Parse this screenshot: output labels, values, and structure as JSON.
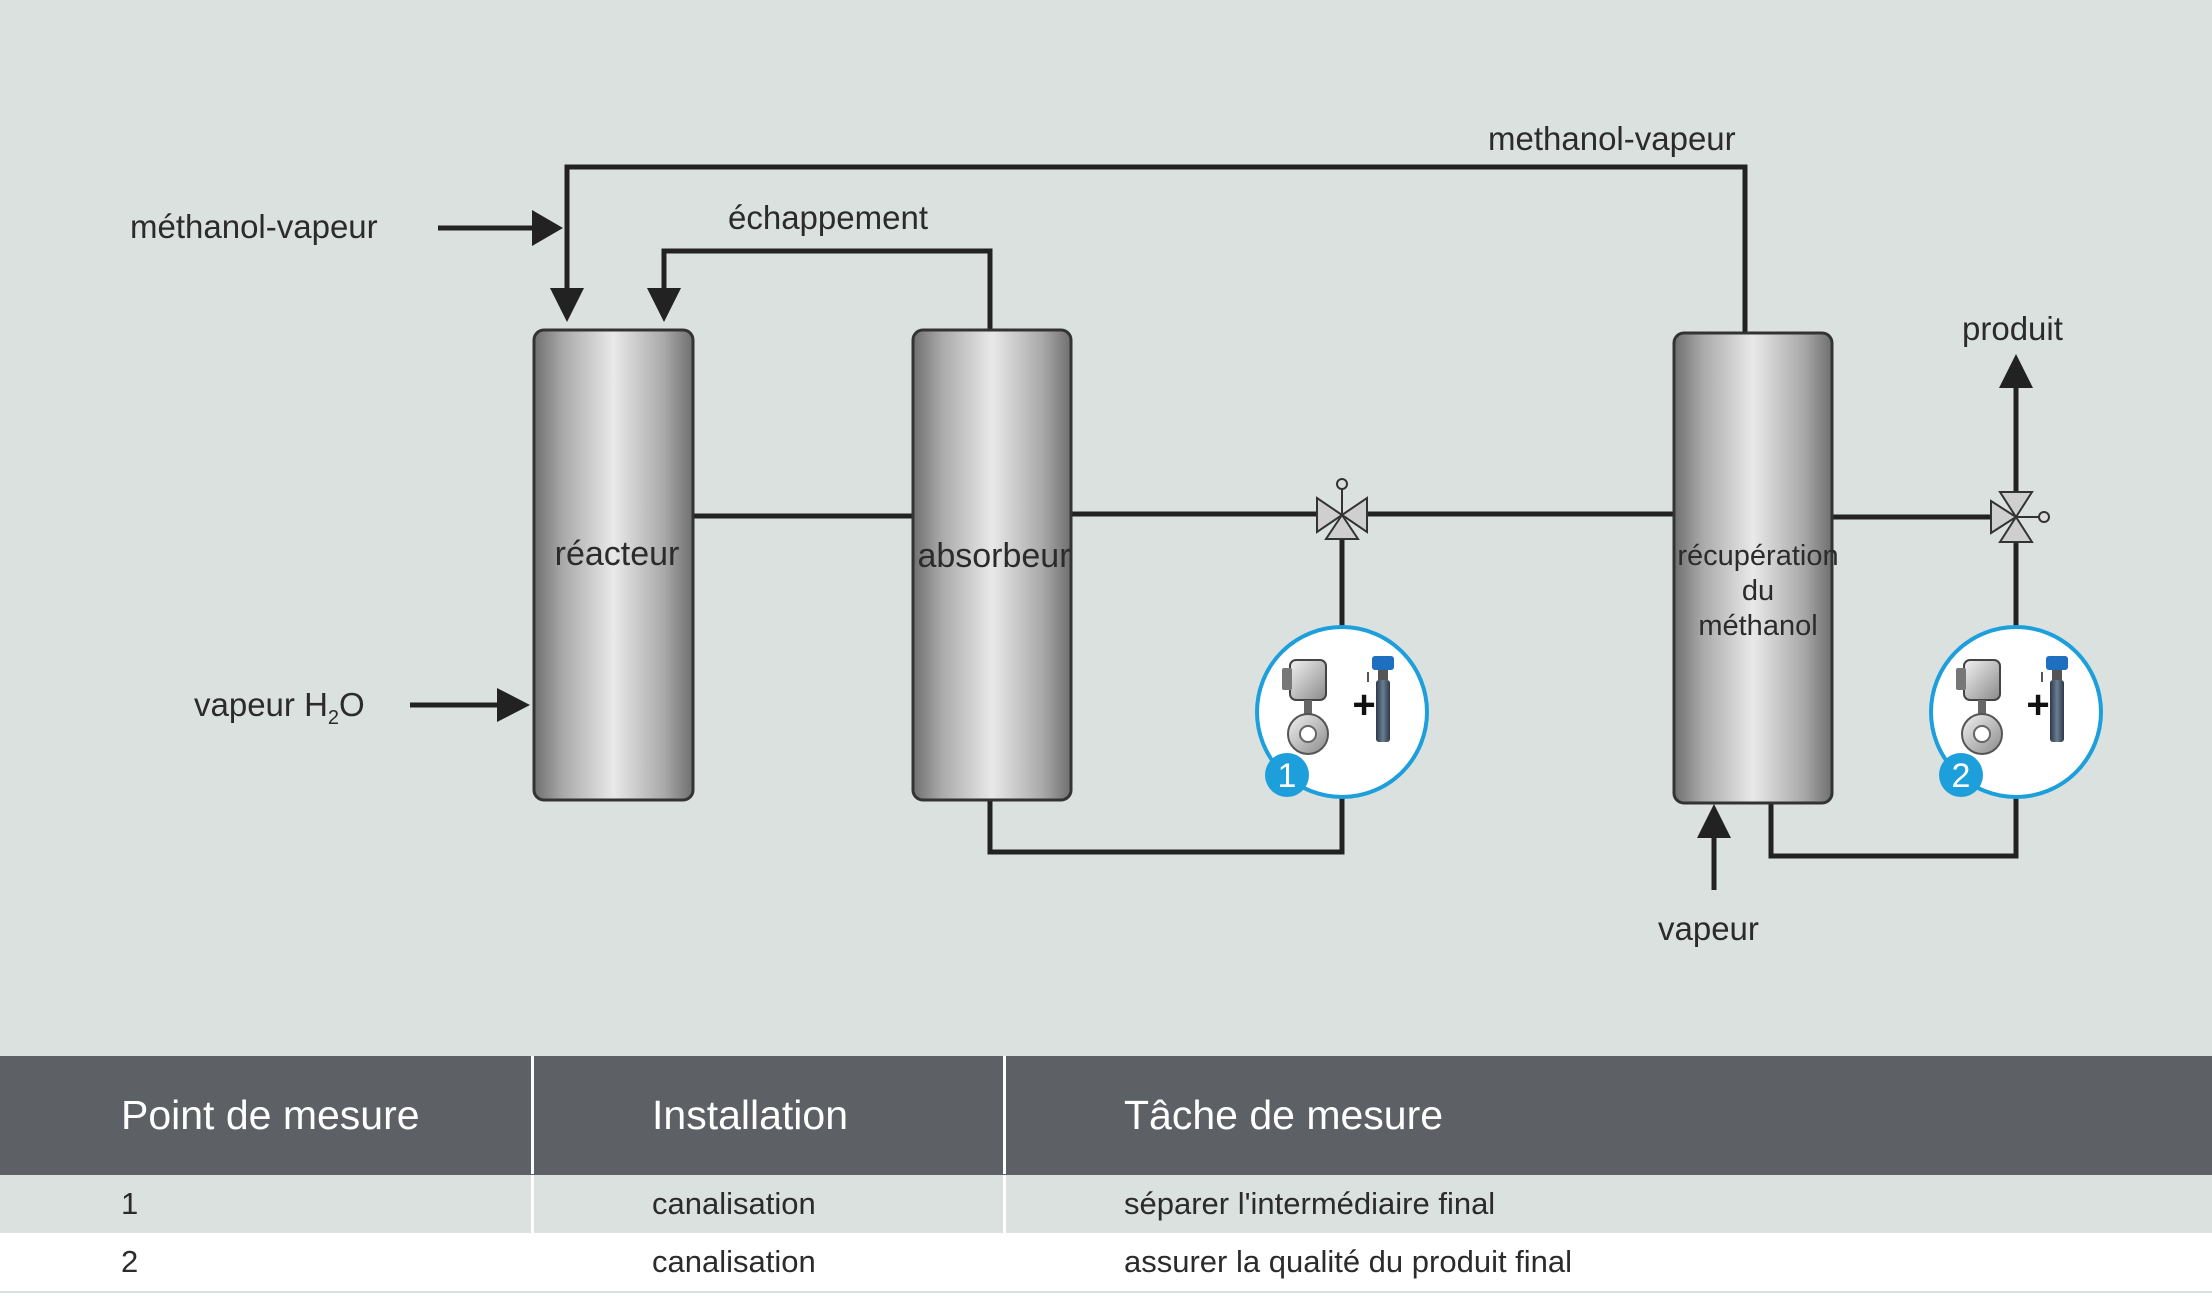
{
  "diagram": {
    "inputs": {
      "methanol_vapeur_in": "méthanol-vapeur",
      "vapeur_h2o_prefix": "vapeur H",
      "vapeur_h2o_sub": "2",
      "vapeur_h2o_suffix": "O",
      "vapeur_bottom": "vapeur"
    },
    "streams": {
      "methanol_vapeur_recycle": "methanol-vapeur",
      "echappement": "échappement",
      "produit": "produit"
    },
    "vessels": {
      "reacteur": "réacteur",
      "absorbeur": "absorbeur",
      "recuperation_line1": "récupération",
      "recuperation_line2": "du",
      "recuperation_line3": "méthanol"
    },
    "measuring_points": [
      {
        "number": "1",
        "plus": "+"
      },
      {
        "number": "2",
        "plus": "+"
      }
    ],
    "colors": {
      "background": "#dbe1df",
      "line": "#222222",
      "badge_blue": "#1d9fdc",
      "table_header": "#5d6064"
    }
  },
  "table": {
    "headers": [
      "Point de mesure",
      "Installation",
      "Tâche de mesure"
    ],
    "rows": [
      [
        "1",
        "canalisation",
        "séparer l'intermédiaire final"
      ],
      [
        "2",
        "canalisation",
        "assurer la qualité du produit final"
      ]
    ]
  }
}
